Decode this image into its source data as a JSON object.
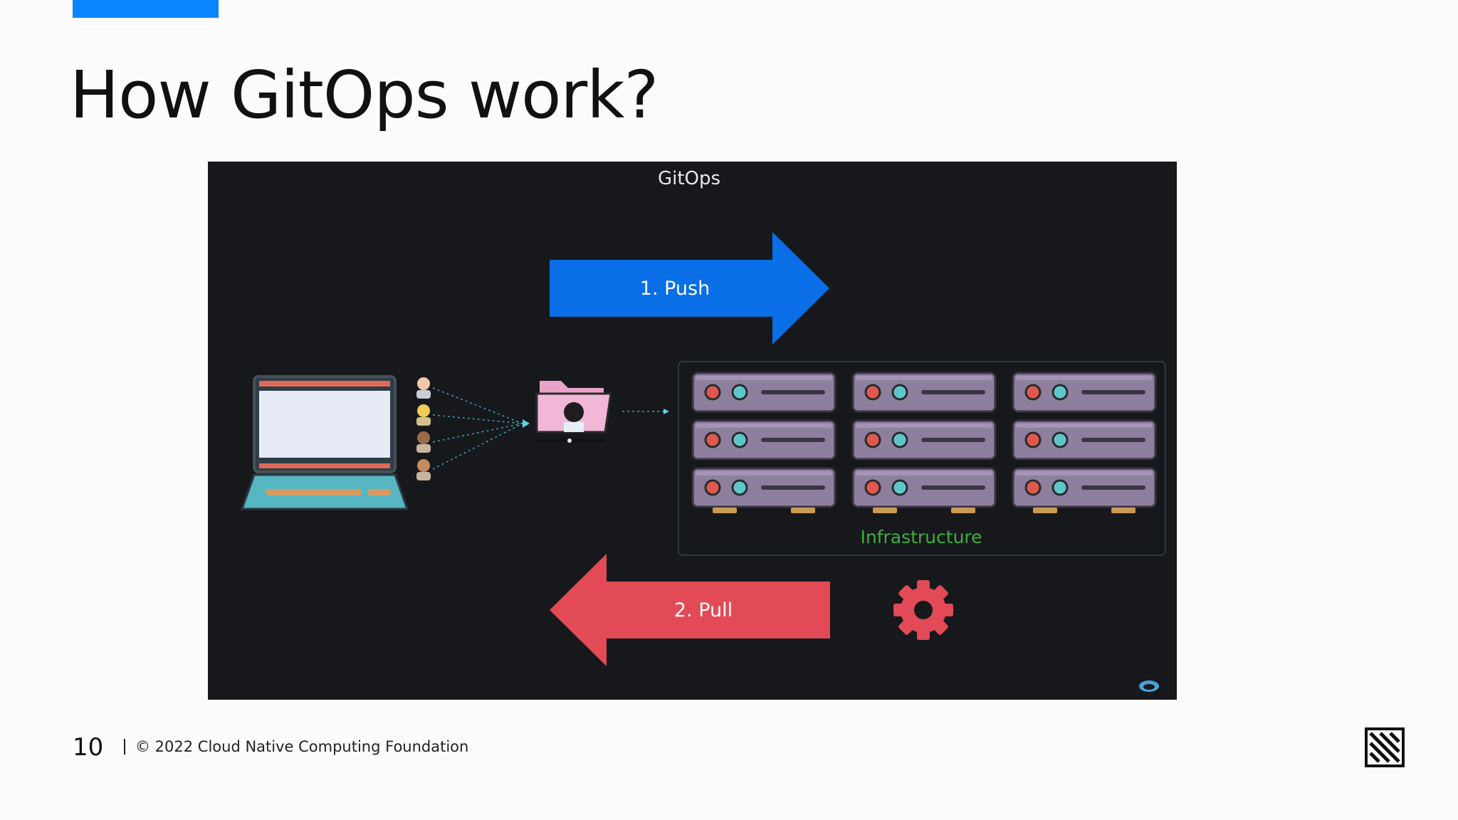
{
  "slide": {
    "title": "How GitOps work?",
    "page_number": "10",
    "copyright": "© 2022 Cloud Native Computing Foundation",
    "accent_color": "#0a84ff"
  },
  "diagram": {
    "title": "GitOps",
    "push_label": "1. Push",
    "pull_label": "2. Pull",
    "infrastructure_label": "Infrastructure",
    "colors": {
      "push": "#0a6ee6",
      "pull": "#e24a55",
      "infra_text": "#3fae3f",
      "background": "#16181c"
    },
    "icons": [
      "laptop-icon",
      "developer-avatar-icon",
      "git-repo-folder-icon",
      "server-icon",
      "gear-icon",
      "cloud-icon"
    ]
  }
}
